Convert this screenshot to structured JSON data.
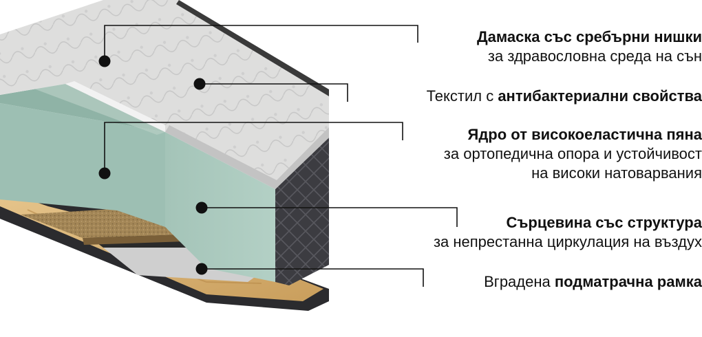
{
  "callouts": [
    {
      "line1_bold": "Дамаска със сребърни нишки",
      "line2": "за здравословна среда на сън"
    },
    {
      "line1_plain": "Текстил с ",
      "line1_bold": "антибактериални свойства"
    },
    {
      "line1_bold": "Ядро от високоеластична пяна",
      "line2": "за ортопедична опора и устойчивост",
      "line3": "на високи натоварвания"
    },
    {
      "line1_bold": "Сърцевина със структура",
      "line2": "за непрестанна циркулация на въздух"
    },
    {
      "line1_plain": "Вградена ",
      "line1_bold": "подматрачна рамка"
    }
  ],
  "colors": {
    "foam": "#a9c7bc",
    "quilt": "#dcdcdc",
    "side_fabric": "#3f3f44",
    "coir": "#a88a5a",
    "frame_wood": "#d9b57a",
    "leader": "#111111"
  }
}
